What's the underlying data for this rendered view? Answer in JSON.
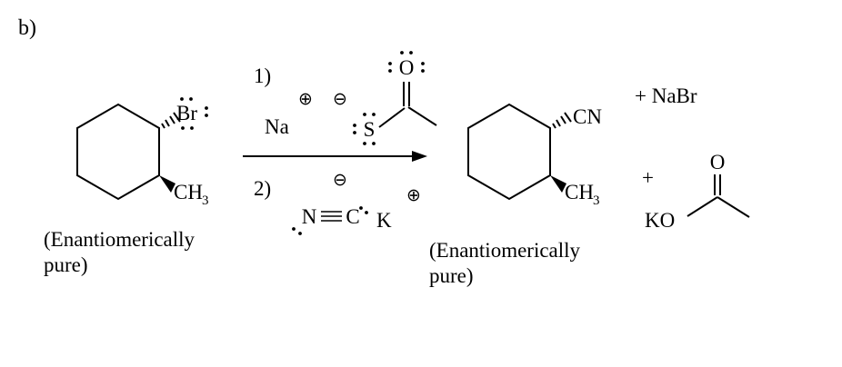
{
  "colors": {
    "background": "#ffffff",
    "ink": "#000000"
  },
  "part_label": "b)",
  "reactant": {
    "halide_label": "Br",
    "methyl_main": "CH",
    "methyl_sub": "3",
    "caption_line1": "(Enantiomerically",
    "caption_line2": "pure)"
  },
  "conditions": {
    "step1_number": "1)",
    "sodium_label": "Na",
    "sodium_charge": "⊕",
    "thioacetate_charge": "⊖",
    "sulfur_label": "S",
    "carbonyl_oxygen_label": "O",
    "step2_number": "2)",
    "cyanide_nitrogen_label": "N",
    "cyanide_carbon_label": "C",
    "cyanide_charge": "⊖",
    "potassium_label": "K",
    "potassium_charge": "⊕"
  },
  "product": {
    "nitrile_label": "CN",
    "methyl_main": "CH",
    "methyl_sub": "3",
    "caption_line1": "(Enantiomerically",
    "caption_line2": "pure)"
  },
  "byproducts": {
    "sodium_bromide": "+ NaBr",
    "plus_sign": "+",
    "acetate_oxygen_label": "O",
    "acetate_ko_label": "KO"
  }
}
